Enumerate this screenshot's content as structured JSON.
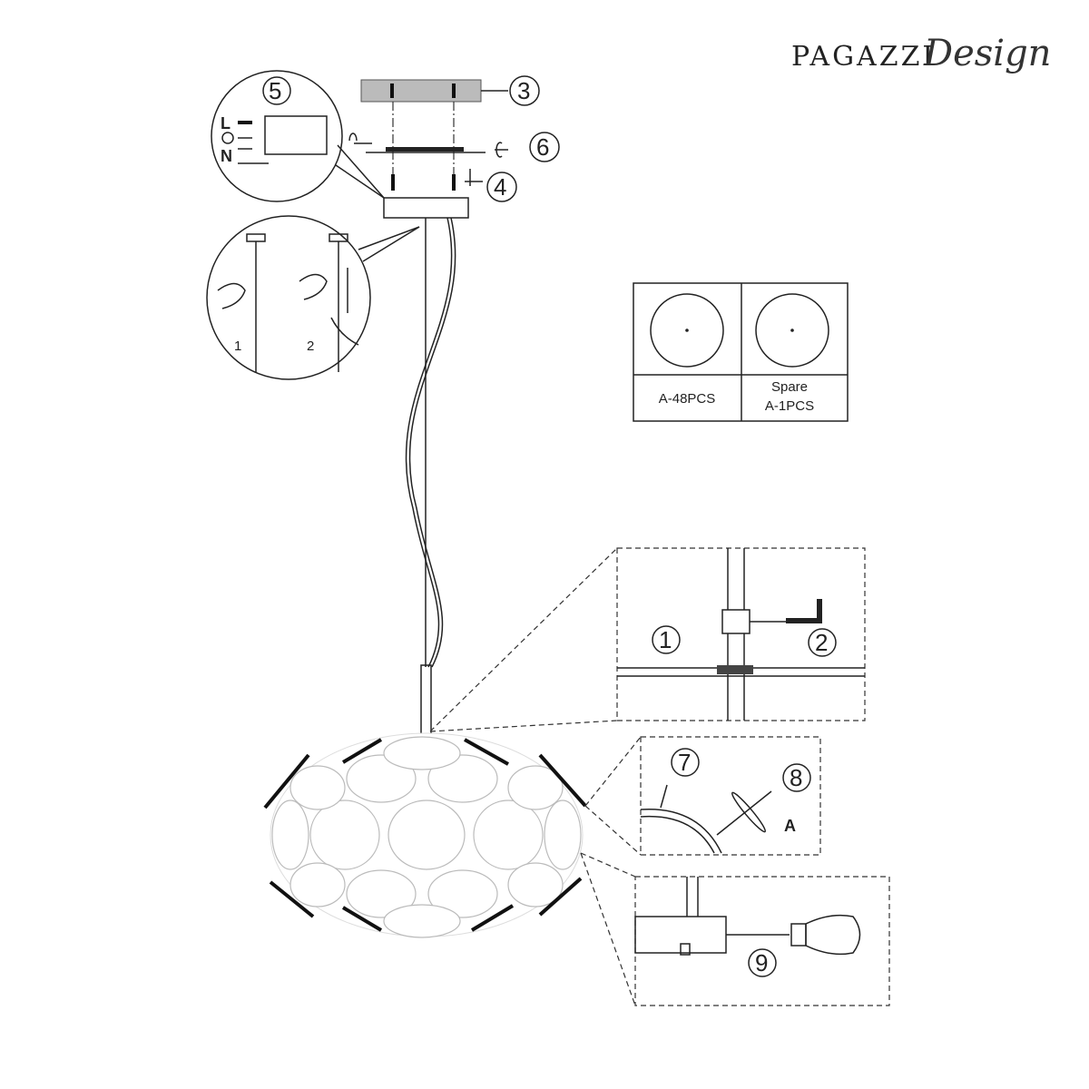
{
  "logo": {
    "brand": "PAGAZZI",
    "script": "Design"
  },
  "steps": {
    "s1": "1",
    "s2": "2",
    "s3": "3",
    "s4": "4",
    "s5": "5",
    "s6": "6",
    "s7": "7",
    "s8": "8",
    "s9": "9"
  },
  "wiring": {
    "live": "L",
    "neutral": "N"
  },
  "height_detail": {
    "step1": "1",
    "step2": "2"
  },
  "parts_table": {
    "col1_label": "A-48PCS",
    "col2_label_line1": "Spare",
    "col2_label_line2": "A-1PCS"
  },
  "shade_detail": {
    "part_label": "A"
  }
}
